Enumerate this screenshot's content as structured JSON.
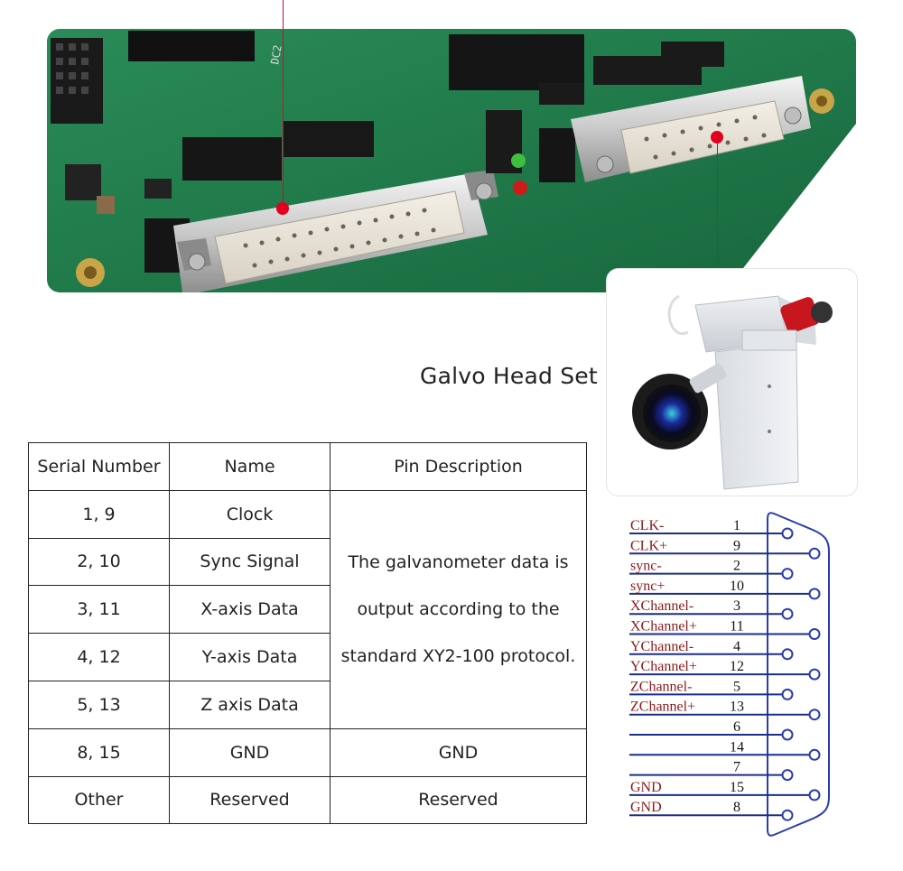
{
  "board_label": "DC2",
  "galvo_label": "Galvo Head Set",
  "table": {
    "headers": [
      "Serial Number",
      "Name",
      "Pin Description"
    ],
    "rows": [
      {
        "serial": "1, 9",
        "name": "Clock"
      },
      {
        "serial": "2, 10",
        "name": "Sync Signal"
      },
      {
        "serial": "3, 11",
        "name": "X-axis Data"
      },
      {
        "serial": "4, 12",
        "name": "Y-axis Data"
      },
      {
        "serial": "5, 13",
        "name": "Z axis Data"
      },
      {
        "serial": "8, 15",
        "name": "GND",
        "desc": "GND"
      },
      {
        "serial": "Other",
        "name": "Reserved",
        "desc": "Reserved"
      }
    ],
    "merged_desc": [
      "The galvanometer data is",
      "output according to the",
      "standard XY2-100 protocol."
    ]
  },
  "pinout": {
    "pins": [
      {
        "label": "CLK-",
        "num": "1"
      },
      {
        "label": "CLK+",
        "num": "9"
      },
      {
        "label": "sync-",
        "num": "2"
      },
      {
        "label": "sync+",
        "num": "10"
      },
      {
        "label": "XChannel-",
        "num": "3"
      },
      {
        "label": "XChannel+",
        "num": "11"
      },
      {
        "label": "YChannel-",
        "num": "4"
      },
      {
        "label": "YChannel+",
        "num": "12"
      },
      {
        "label": "ZChannel-",
        "num": "5"
      },
      {
        "label": "ZChannel+",
        "num": "13"
      },
      {
        "label": "",
        "num": "6"
      },
      {
        "label": "",
        "num": "14"
      },
      {
        "label": "",
        "num": "7"
      },
      {
        "label": "GND",
        "num": "15"
      },
      {
        "label": "GND",
        "num": "8"
      }
    ],
    "colors": {
      "label": "#8b1a1a",
      "line": "#1a2f8a",
      "connector": "#2a3cb0",
      "num": "#111111"
    }
  },
  "colors": {
    "pcb": "#1f7a4a",
    "callout": "#e1001e"
  }
}
